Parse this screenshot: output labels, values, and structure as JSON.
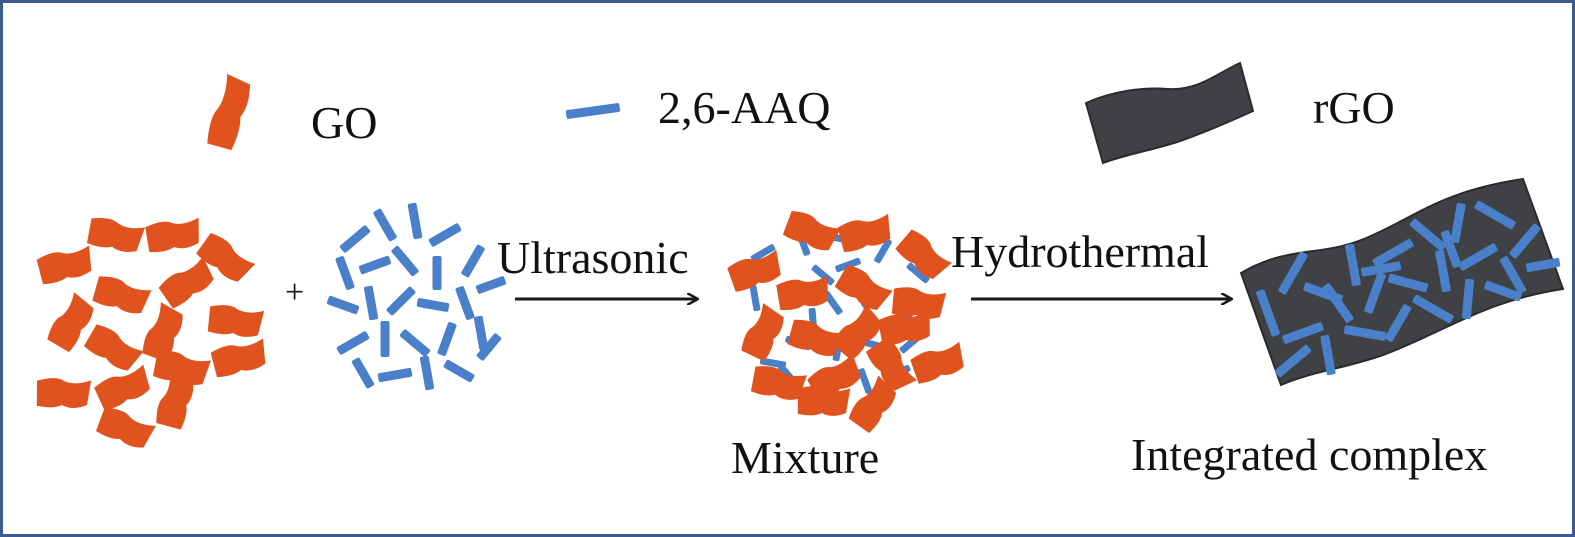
{
  "legend": {
    "go": "GO",
    "aaq": "2,6-AAQ",
    "rgo": "rGO"
  },
  "plus": "+",
  "steps": {
    "ultrasonic": "Ultrasonic",
    "hydrothermal": "Hydrothermal"
  },
  "products": {
    "mixture": "Mixture",
    "complex": "Integrated complex"
  },
  "colors": {
    "go": "#e0531e",
    "aaq": "#4a7fc9",
    "rgo": "#3f4144",
    "arrow": "#1a1a1a",
    "frame": "#3b5a8f"
  }
}
